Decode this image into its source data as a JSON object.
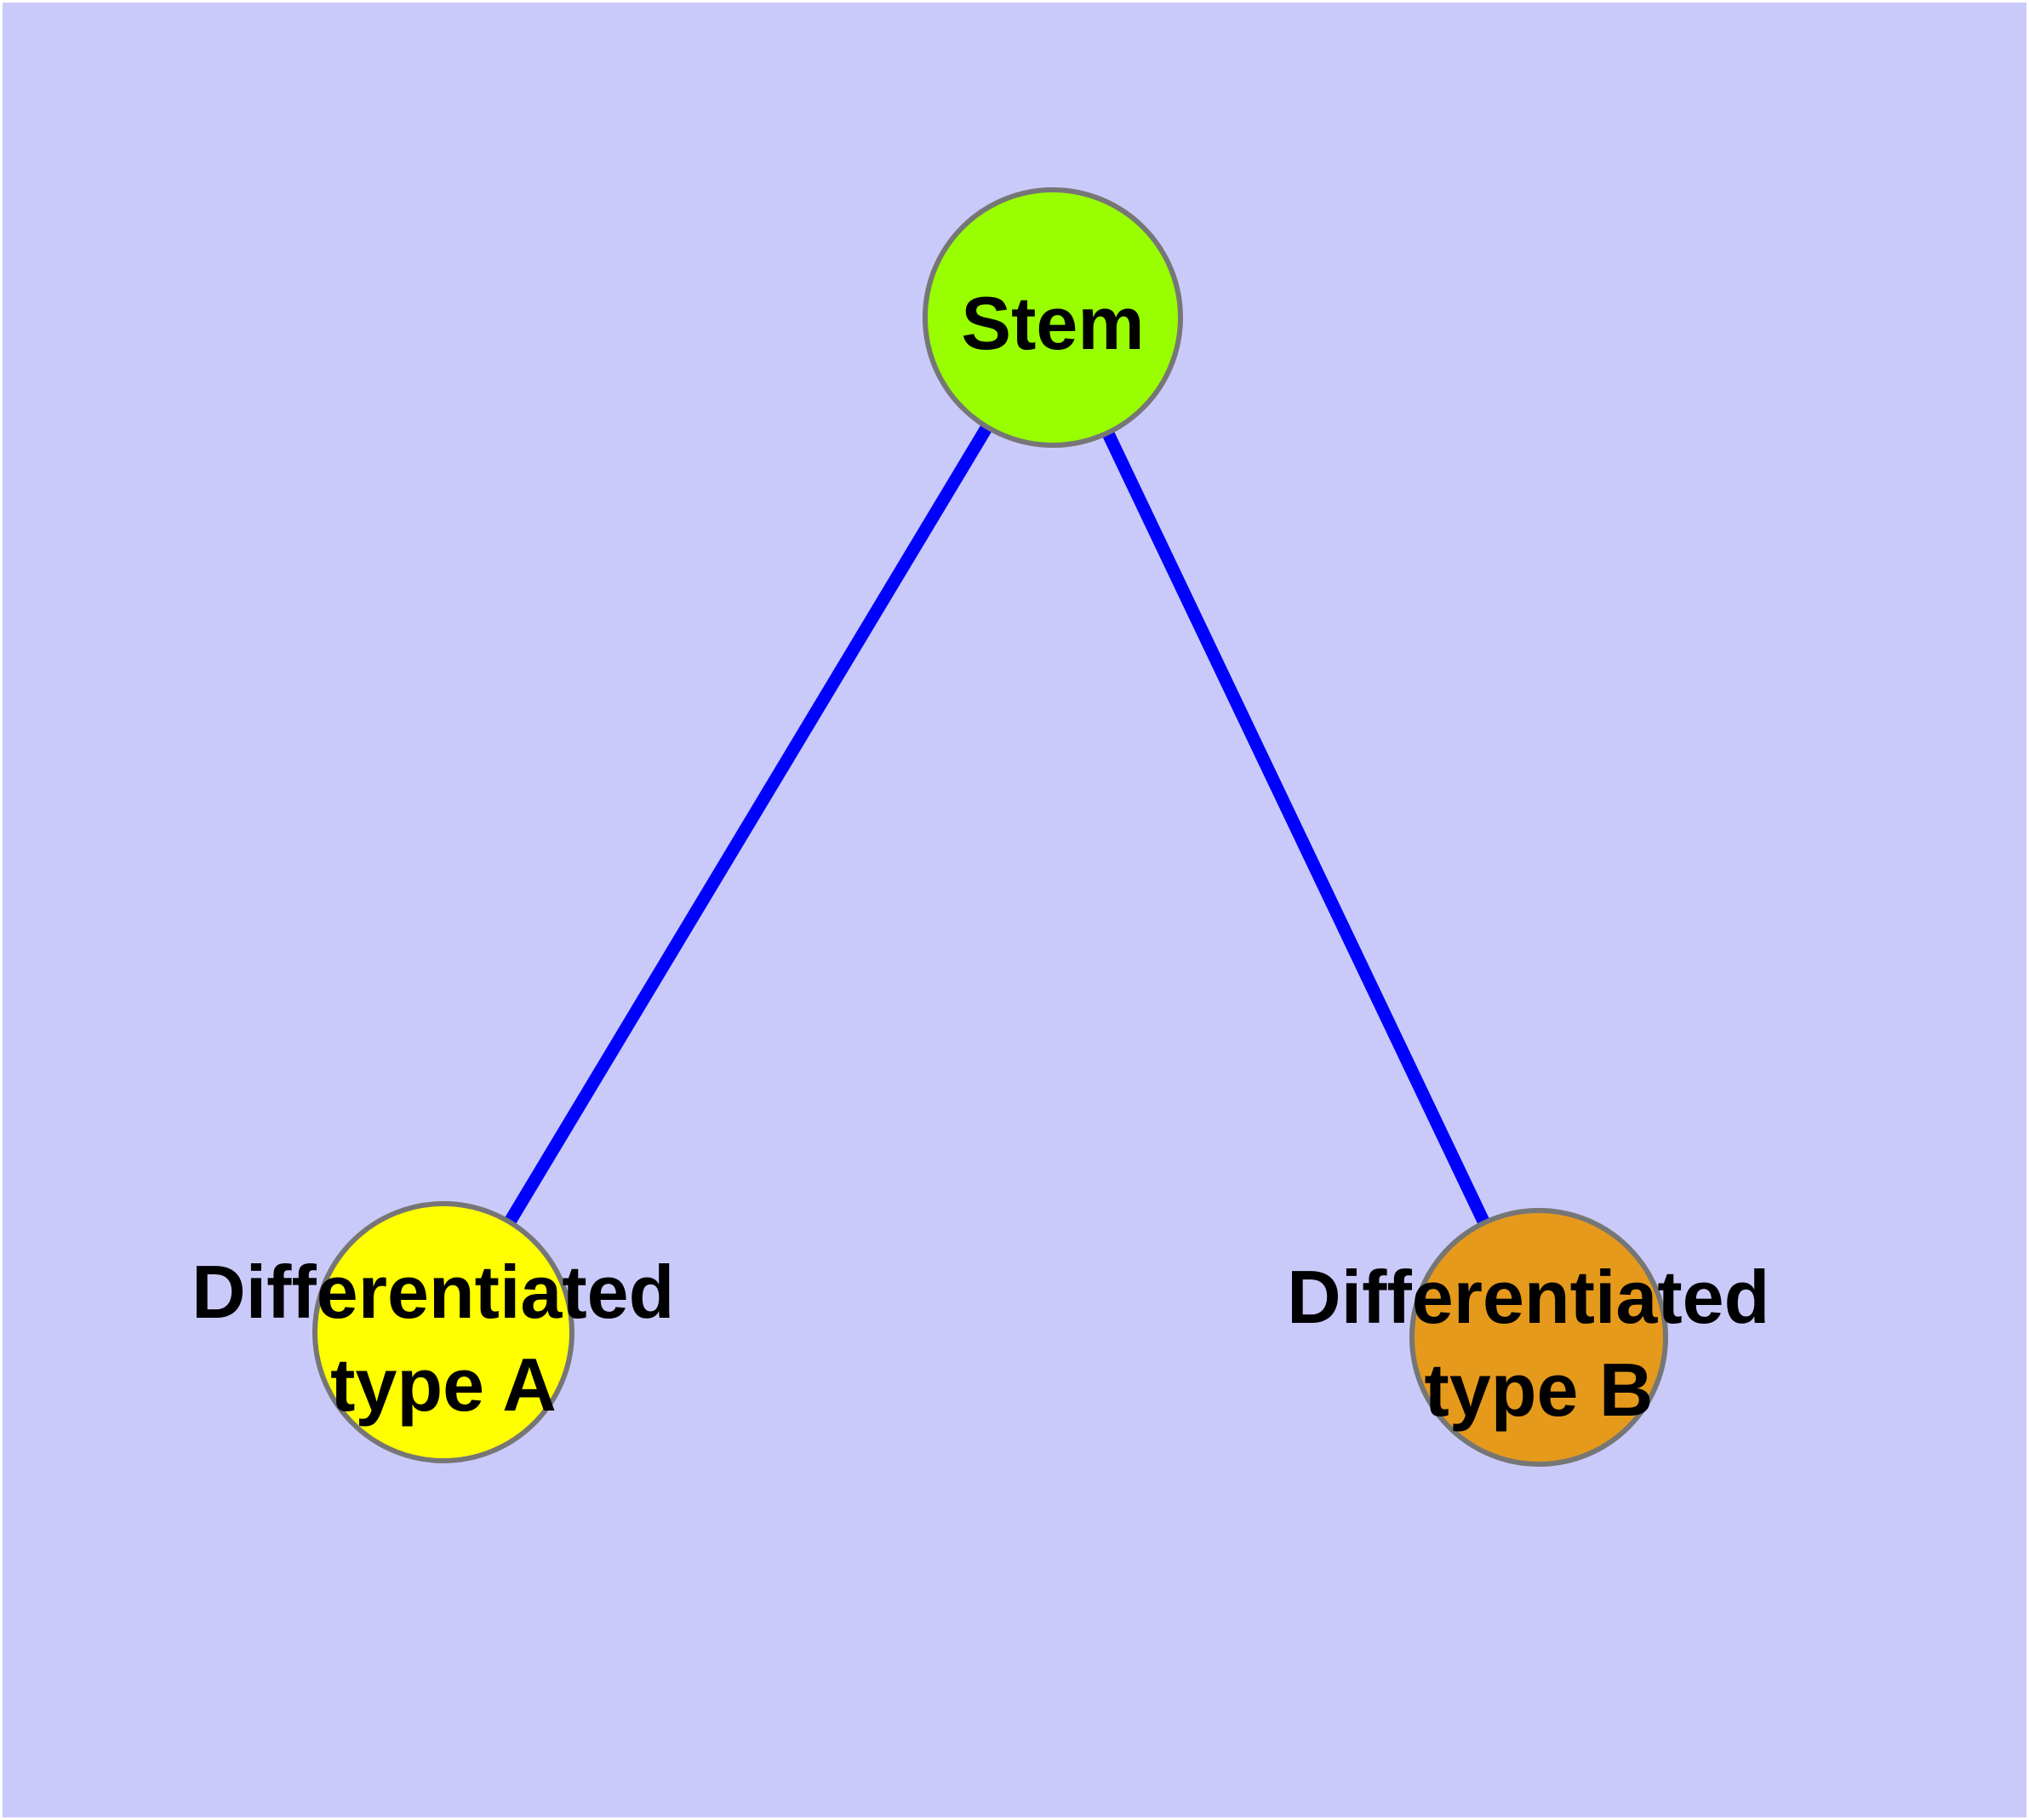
{
  "canvas": {
    "background_color": "#CACAFA",
    "frame_color": "#FFFFFF"
  },
  "graph": {
    "edge_color": "#0000FF",
    "node_border_color": "#767676",
    "text_color": "#000000",
    "nodes": [
      {
        "id": "stem",
        "label": "Stem",
        "lines": [
          "Stem"
        ],
        "fill": "#99FF00"
      },
      {
        "id": "differentiated-type-a",
        "label": "Differentiated type A",
        "lines": [
          "Differentiated",
          "type A"
        ],
        "fill": "#FFFF00"
      },
      {
        "id": "differentiated-type-b",
        "label": "Differentiated type B",
        "lines": [
          "Differentiated",
          "type B"
        ],
        "fill": "#E69A1B"
      }
    ],
    "edges": [
      {
        "from": "Stem",
        "to": "Differentiated type A"
      },
      {
        "from": "Stem",
        "to": "Differentiated type B"
      }
    ]
  }
}
